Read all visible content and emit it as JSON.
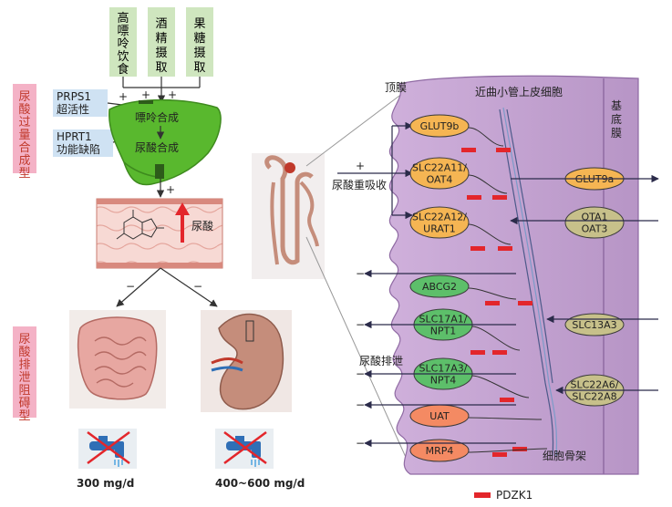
{
  "colors": {
    "diet_box": "#cfe6bf",
    "pink_label": "#f4b2c6",
    "blue_label": "#cfe2f3",
    "cell_fill": "#c8a4d4",
    "cell_dark": "#a985ba",
    "yellow": "#f5b553",
    "green": "#5dbf6a",
    "olive": "#c7c08a",
    "salmon": "#f48a63",
    "pdzk1": "#e3262b",
    "liver": "#59b82e",
    "kidney": "#c58d7b"
  },
  "diet": [
    "高嘌呤饮食",
    "酒精摄取",
    "果糖摄取"
  ],
  "overproduction_label": "尿酸过量合成型",
  "excretion_label": "尿酸排泄阻碍型",
  "prps1": [
    "PRPS1",
    "超活性"
  ],
  "hprt1": [
    "HPRT1",
    "功能缺陷"
  ],
  "liver_text": [
    "嘌呤合成",
    "尿酸合成"
  ],
  "urate_label": "尿酸",
  "plus": "+",
  "minus": "−",
  "intestine_amount": "300 mg/d",
  "kidney_amount": "400~600 mg/d",
  "cell": {
    "apical": "顶膜",
    "title": "近曲小管上皮细胞",
    "basolateral": "基底膜",
    "reabsorption": "尿酸重吸收",
    "excretion": "尿酸排泄",
    "cytoskeleton": "细胞骨架",
    "pdzk1": "PDZK1"
  },
  "apical_transporters": [
    {
      "label": [
        "GLUT9b"
      ],
      "color": "yellow"
    },
    {
      "label": [
        "SLC22A11/",
        "OAT4"
      ],
      "color": "yellow"
    },
    {
      "label": [
        "SLC22A12/",
        "URAT1"
      ],
      "color": "yellow"
    },
    {
      "label": [
        "ABCG2"
      ],
      "color": "green"
    },
    {
      "label": [
        "SLC17A1/",
        "NPT1"
      ],
      "color": "green"
    },
    {
      "label": [
        "SLC17A3/",
        "NPT4"
      ],
      "color": "green"
    },
    {
      "label": [
        "UAT"
      ],
      "color": "salmon"
    },
    {
      "label": [
        "MRP4"
      ],
      "color": "salmon"
    }
  ],
  "basolateral_transporters": [
    {
      "label": [
        "GLUT9a"
      ],
      "color": "yellow"
    },
    {
      "label": [
        "OTA1",
        "OAT3"
      ],
      "color": "olive"
    },
    {
      "label": [
        "SLC13A3"
      ],
      "color": "olive"
    },
    {
      "label": [
        "SLC22A6/",
        "SLC22A8"
      ],
      "color": "olive"
    }
  ]
}
